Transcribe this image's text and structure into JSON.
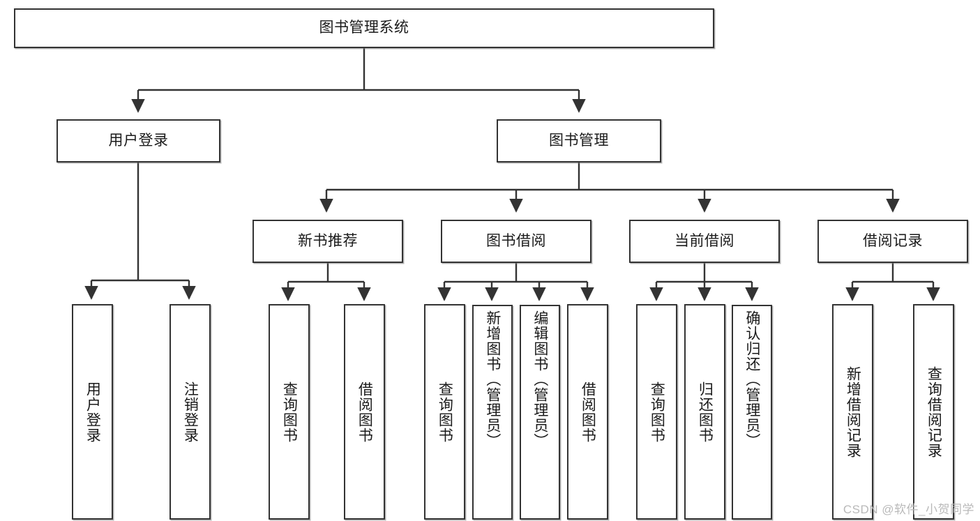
{
  "diagram": {
    "type": "tree-hierarchy-chart",
    "title": "图书管理系统",
    "stroke_color": "#333333",
    "background_color": "#ffffff",
    "watermark": "CSDN @软件_小贺同学",
    "levels": {
      "level1": [
        "图书管理系统"
      ],
      "level2": [
        "用户登录",
        "图书管理"
      ],
      "level3": [
        "新书推荐",
        "图书借阅",
        "当前借阅",
        "借阅记录"
      ],
      "level4": [
        "用户登录",
        "注销登录",
        "查询图书",
        "借阅图书",
        "查询图书",
        "新增图书（管理员）",
        "编辑图书（管理员）",
        "借阅图书",
        "查询图书",
        "归还图书",
        "确认归还（管理员）",
        "新增借阅记录",
        "查询借阅记录"
      ]
    },
    "nodes": {
      "root": {
        "label": "图书管理系统"
      },
      "user_login": {
        "label": "用户登录"
      },
      "book_manage": {
        "label": "图书管理"
      },
      "new_book_rec": {
        "label": "新书推荐"
      },
      "book_borrow": {
        "label": "图书借阅"
      },
      "current_borrow": {
        "label": "当前借阅"
      },
      "borrow_record": {
        "label": "借阅记录"
      },
      "leaf_user_login": {
        "label": "用户登录"
      },
      "leaf_logout": {
        "label": "注销登录"
      },
      "leaf_query_book_1": {
        "label": "查询图书"
      },
      "leaf_borrow_book_1": {
        "label": "借阅图书"
      },
      "leaf_query_book_2": {
        "label": "查询图书"
      },
      "leaf_add_book": {
        "label": "新增图书（管理员）"
      },
      "leaf_edit_book": {
        "label": "编辑图书（管理员）"
      },
      "leaf_borrow_book_2": {
        "label": "借阅图书"
      },
      "leaf_query_book_3": {
        "label": "查询图书"
      },
      "leaf_return_book": {
        "label": "归还图书"
      },
      "leaf_confirm_return": {
        "label": "确认归还（管理员）"
      },
      "leaf_add_record": {
        "label": "新增借阅记录"
      },
      "leaf_query_record": {
        "label": "查询借阅记录"
      }
    }
  }
}
